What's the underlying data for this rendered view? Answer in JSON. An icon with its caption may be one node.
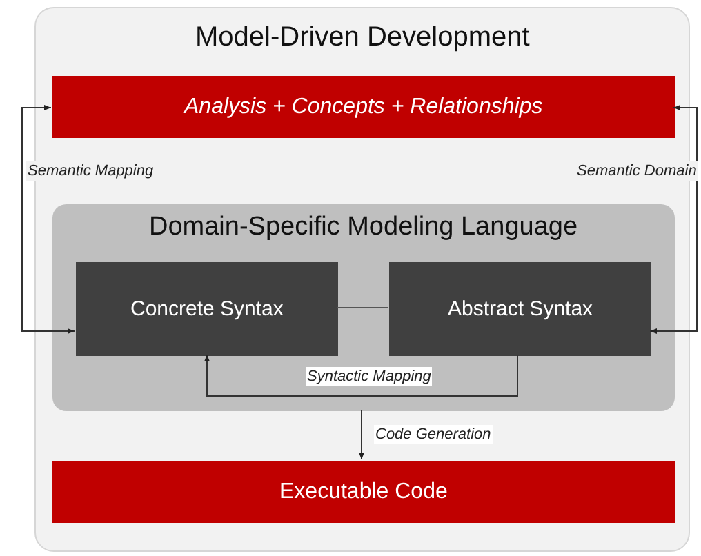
{
  "diagram": {
    "nodes": [
      {
        "text": [
          "Model-Driven Development"
        ]
      },
      {
        "text": [
          "Analysis + Concepts + Relationships"
        ],
        "in": 0
      },
      {
        "text": [
          "Domain-Specific Modeling Language"
        ],
        "in": 0
      },
      {
        "text": [
          "Concrete Syntax"
        ],
        "in": 2
      },
      {
        "text": [
          "Abstract Syntax"
        ],
        "in": 2
      },
      {
        "text": [
          "Executable Code"
        ],
        "in": 0
      }
    ],
    "edges": [
      {
        "from": 3,
        "to": 1,
        "arrow": "both",
        "label": "Semantic Mapping"
      },
      {
        "from": 4,
        "to": 1,
        "arrow": "both",
        "label": "Semantic Domain"
      },
      {
        "from": 3,
        "to": 4,
        "arrow": "none"
      },
      {
        "from": 4,
        "to": 3,
        "arrow": "to",
        "label": "Syntactic Mapping"
      },
      {
        "from": 2,
        "to": 5,
        "arrow": "to",
        "label": "Code Generation"
      }
    ]
  }
}
